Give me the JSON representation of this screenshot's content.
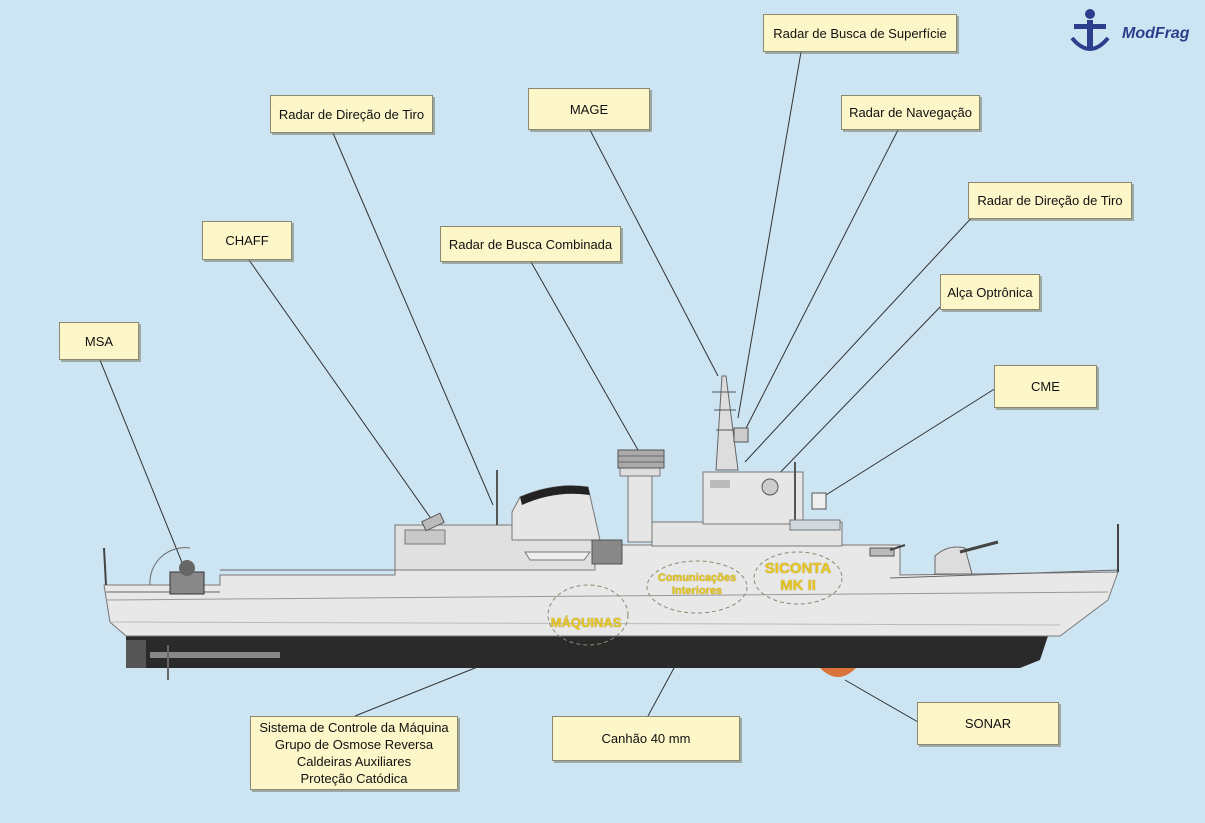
{
  "logo": {
    "text": "ModFrag",
    "icon": "anchor-seal-icon"
  },
  "callouts": {
    "radar_busca_superficie": "Radar de Busca de Superfície",
    "mage": "MAGE",
    "radar_direcao_tiro_aft": "Radar de Direção de Tiro",
    "radar_navegacao": "Radar de Navegação",
    "radar_direcao_tiro_fwd": "Radar de Direção de Tiro",
    "chaff": "CHAFF",
    "radar_busca_combinada": "Radar de Busca Combinada",
    "alca_optronica": "Alça Optrônica",
    "msa": "MSA",
    "cme": "CME",
    "sonar": "SONAR",
    "canhao": "Canhão 40 mm",
    "maquinas_list": [
      "Sistema de Controle da Máquina",
      "Grupo de Osmose Reversa",
      "Caldeiras Auxiliares",
      "Proteção Catódica"
    ]
  },
  "zones": {
    "maquinas": "MÁQUINAS",
    "comunicacoes_1": "Comunicações",
    "comunicacoes_2": "Interiores",
    "siconta_1": "SICONTA",
    "siconta_2": "MK II"
  },
  "colors": {
    "background": "#cde5f2",
    "callout_fill": "#fdf6c8",
    "hull_grey": "#e6e6e6",
    "hull_bottom": "#2a2a2a",
    "sonar_dome": "#d9743a",
    "zone_text": "#e8c520",
    "logo_blue": "#2c3f8c"
  }
}
